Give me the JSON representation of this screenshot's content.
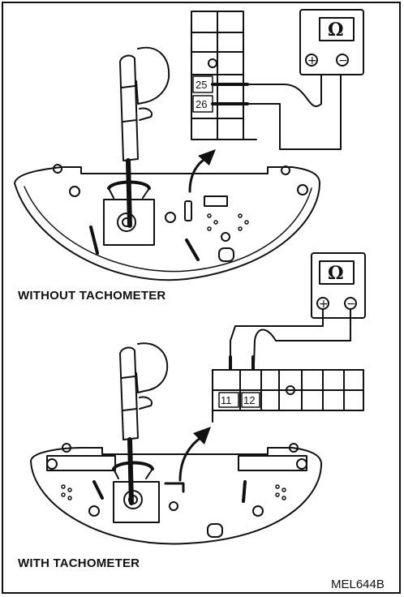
{
  "figure": {
    "code": "MEL644B",
    "panels": [
      {
        "caption": "WITHOUT TACHOMETER",
        "meter_symbol": "Ω",
        "meter_plus": "+",
        "meter_minus": "−",
        "terminals": [
          "25",
          "26"
        ]
      },
      {
        "caption": "WITH TACHOMETER",
        "meter_symbol": "Ω",
        "meter_plus": "+",
        "meter_minus": "−",
        "terminals": [
          "11",
          "12"
        ]
      }
    ]
  }
}
